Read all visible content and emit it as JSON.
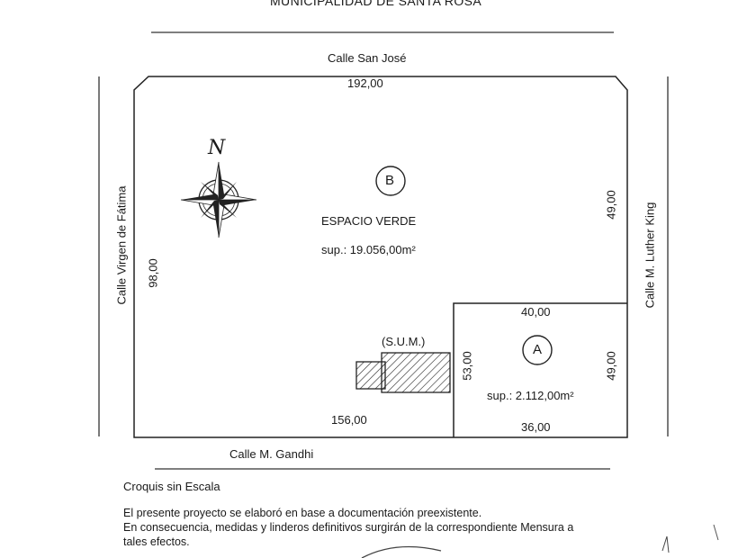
{
  "header": {
    "title": "MUNICIPALIDAD DE SANTA ROSA"
  },
  "plan": {
    "streets": {
      "north": "Calle  San José",
      "south": "Calle  M. Gandhi",
      "west": "Calle  Virgen de Fátima",
      "east": "Calle  M. Luther King"
    },
    "compass": {
      "north_label": "N"
    },
    "lot_b": {
      "letter": "B",
      "name": "ESPACIO VERDE",
      "area": "sup.: 19.056,00m²",
      "north_side": "192,00",
      "west_side": "98,00",
      "east_side": "49,00",
      "south_side": "156,00"
    },
    "lot_a": {
      "letter": "A",
      "area": "sup.: 2.112,00m²",
      "north_side": "40,00",
      "east_side": "49,00",
      "west_side": "53,00",
      "south_side": "36,00"
    },
    "building": {
      "label": "(S.U.M.)"
    }
  },
  "notes": {
    "caption": "Croquis sin Escala",
    "line1": "El presente proyecto se elaboró en base a documentación preexistente.",
    "line2": "En consecuencia, medidas y linderos definitivos surgirán de la correspondiente Mensura a",
    "line3": "tales efectos."
  }
}
